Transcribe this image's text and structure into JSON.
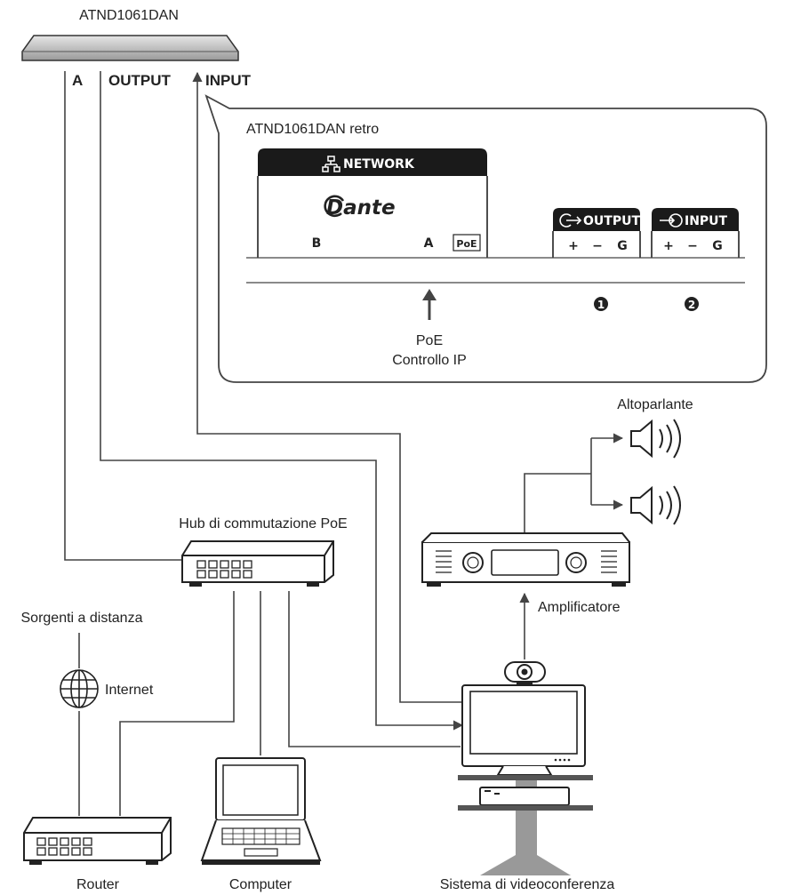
{
  "device": {
    "name": "ATND1061DAN",
    "port_a": "A",
    "port_output": "OUTPUT",
    "port_input": "INPUT"
  },
  "rear_panel": {
    "title": "ATND1061DAN retro",
    "network_label": "NETWORK",
    "dante_logo": "Dante",
    "port_b": "B",
    "port_a": "A",
    "poe_badge": "PoE",
    "output_label": "OUTPUT",
    "input_label": "INPUT",
    "terminal_plus": "+",
    "terminal_minus": "−",
    "terminal_g": "G",
    "marker_1": "1",
    "marker_2": "2",
    "poe_caption_line1": "PoE",
    "poe_caption_line2": "Controllo IP"
  },
  "labels": {
    "poe_hub": "Hub di commutazione PoE",
    "remote_sources": "Sorgenti a distanza",
    "internet": "Internet",
    "router": "Router",
    "computer": "Computer",
    "videoconf": "Sistema di videoconferenza",
    "amplifier": "Amplificatore",
    "speaker": "Altoparlante"
  },
  "icons": [
    "network-icon",
    "globe-icon",
    "speaker-icon",
    "camera-icon",
    "laptop-icon",
    "output-jack-icon",
    "input-jack-icon"
  ]
}
